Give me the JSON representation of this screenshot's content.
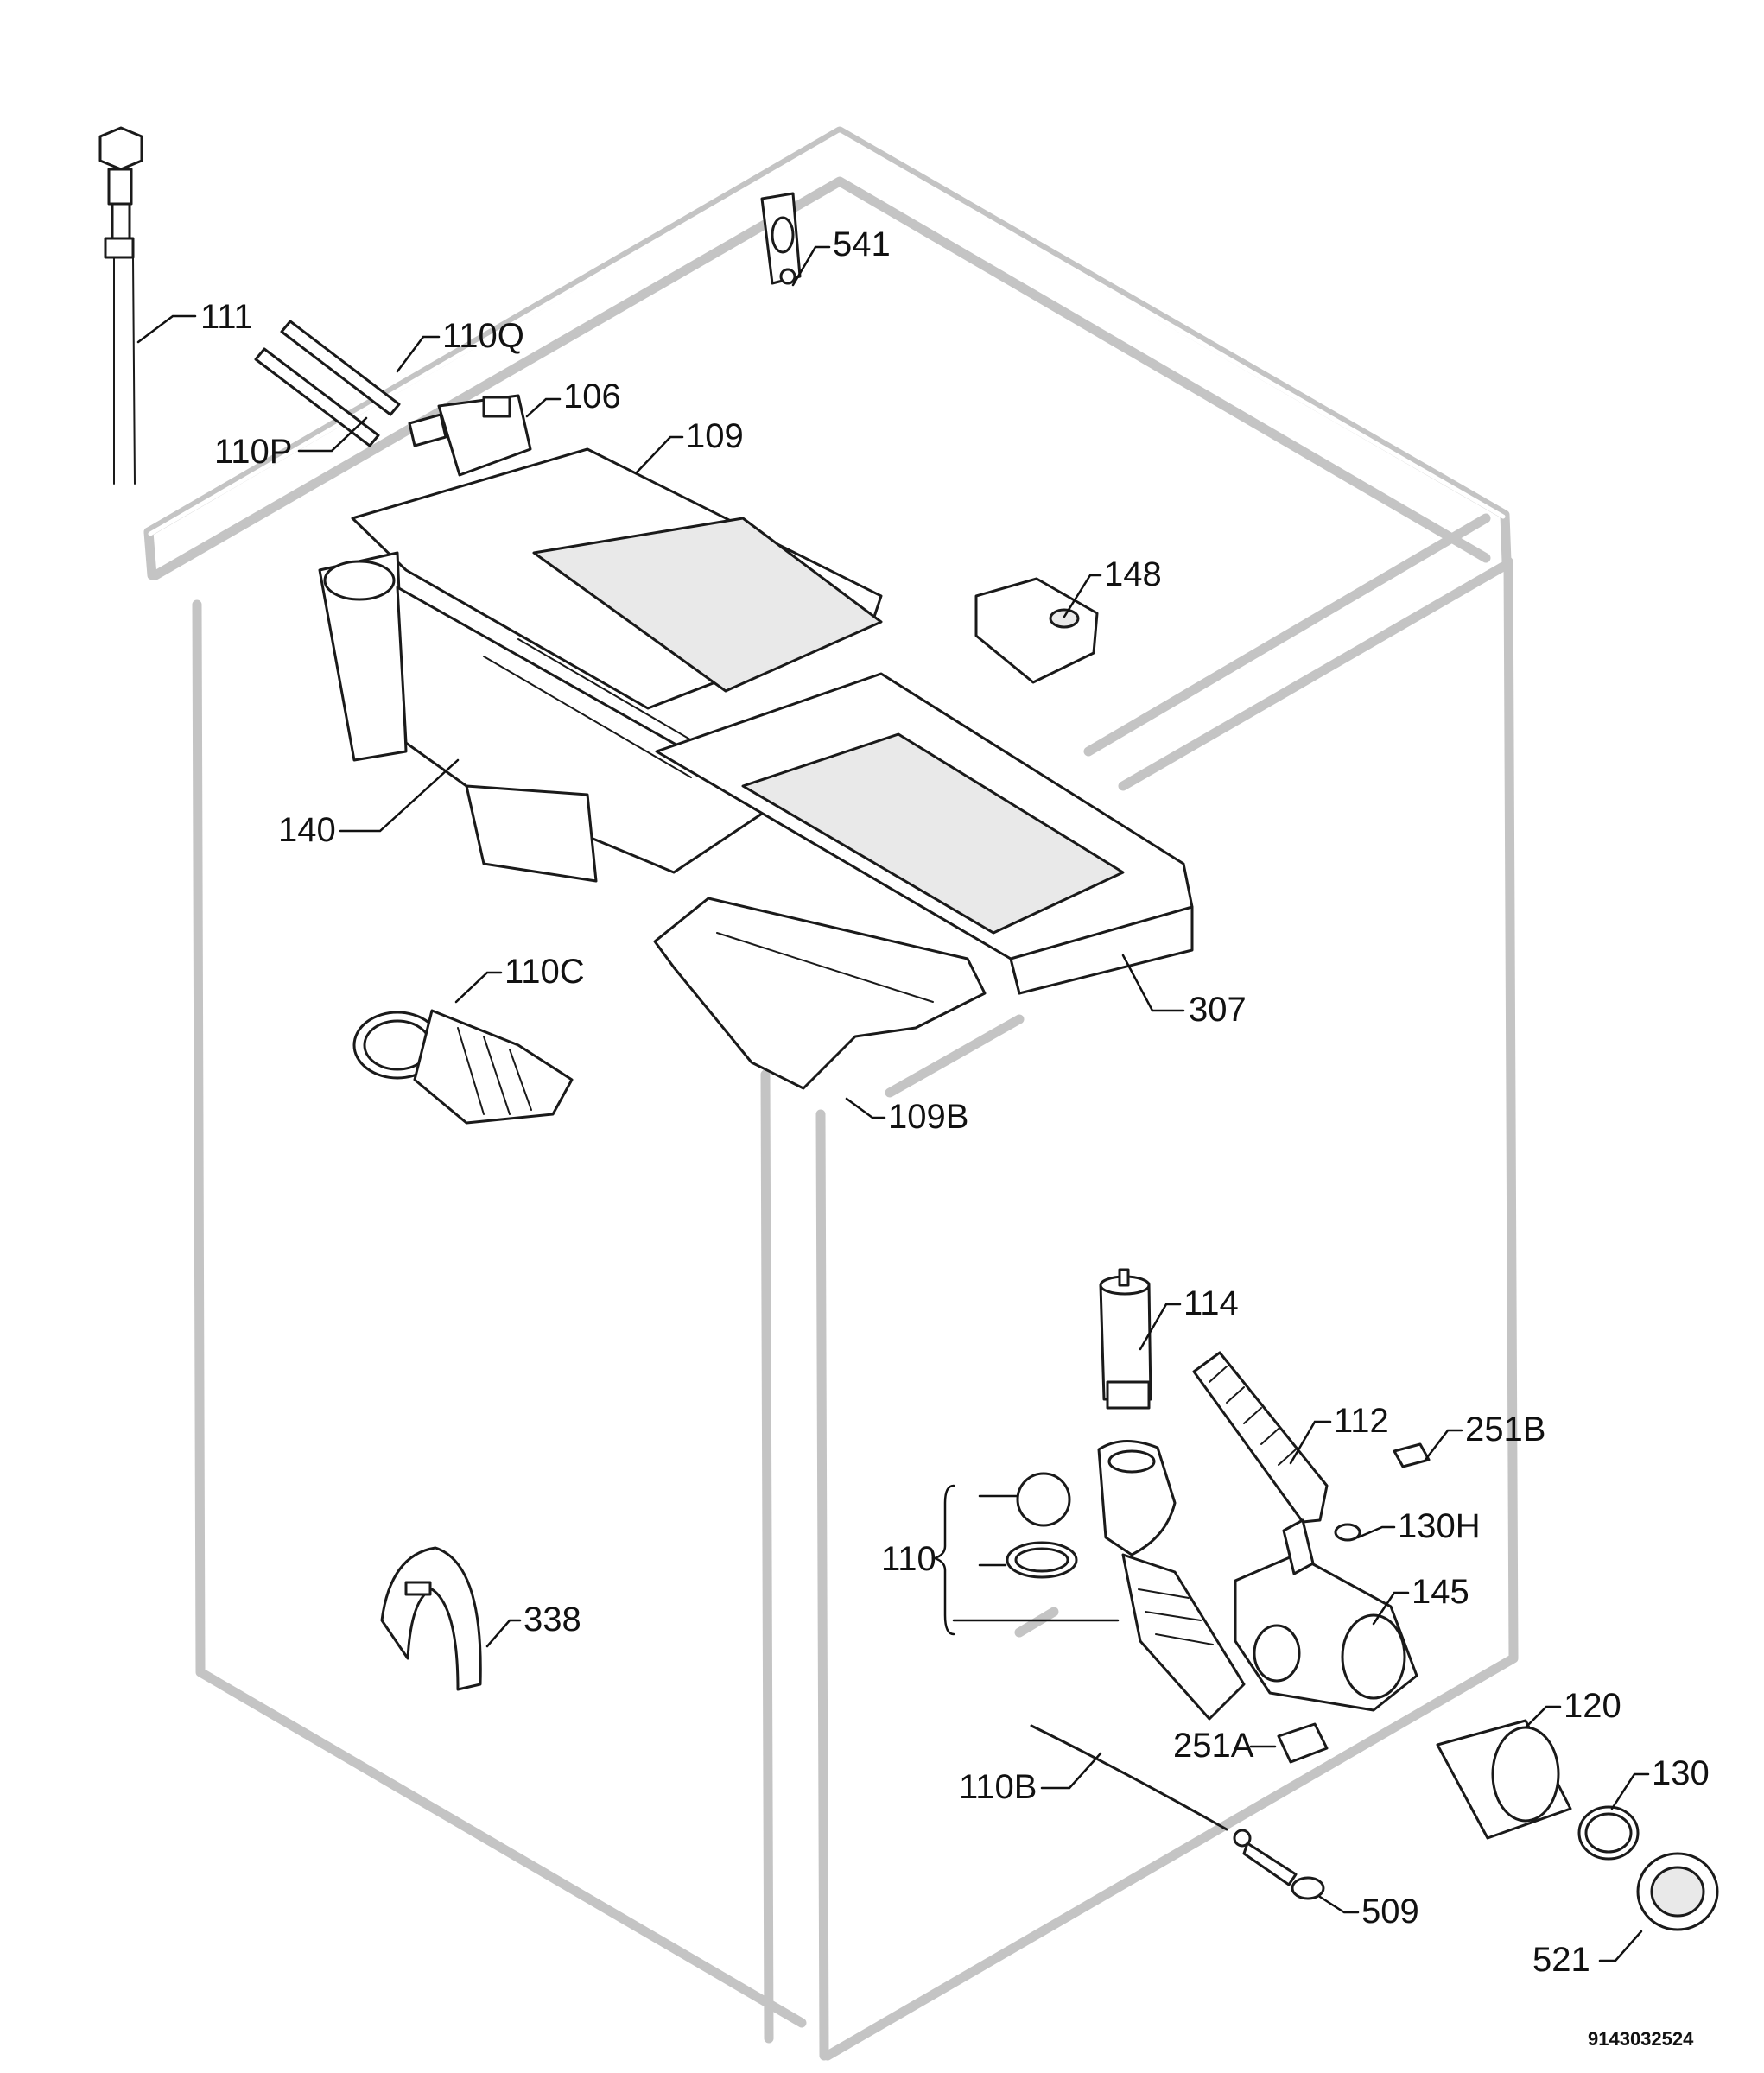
{
  "diagram": {
    "document_number": "9143032524",
    "callouts": {
      "p111": "111",
      "p110q": "110Q",
      "p110p": "110P",
      "p106": "106",
      "p109": "109",
      "p541": "541",
      "p148": "148",
      "p140": "140",
      "p110c": "110C",
      "p307": "307",
      "p109b": "109B",
      "p114": "114",
      "p112": "112",
      "p251b": "251B",
      "p130h": "130H",
      "p110": "110",
      "p145": "145",
      "p338": "338",
      "p120": "120",
      "p251a": "251A",
      "p130": "130",
      "p110b": "110B",
      "p509": "509",
      "p521": "521"
    }
  }
}
